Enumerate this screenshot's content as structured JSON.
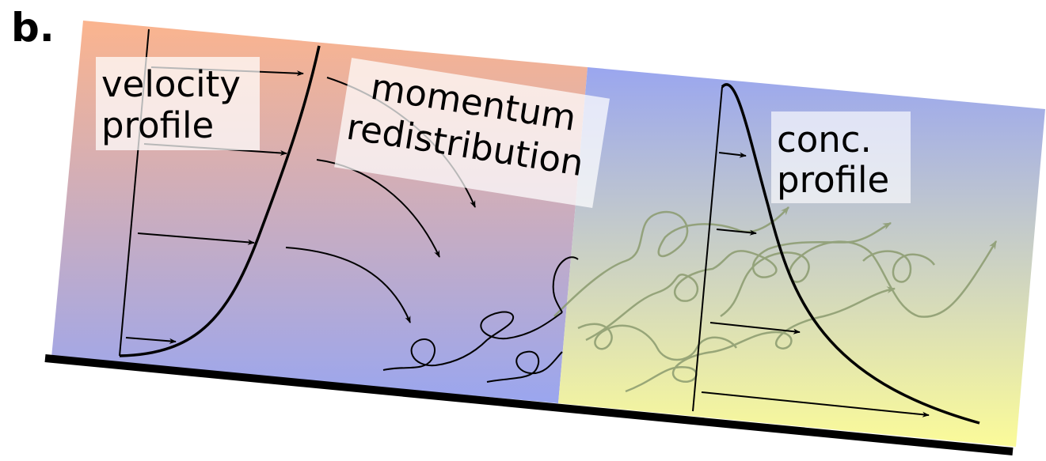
{
  "figure": {
    "panel_label": "b.",
    "labels": {
      "velocity_line1": "velocity",
      "velocity_line2": "profile",
      "momentum_line1": "momentum",
      "momentum_line2": "redistribution",
      "conc_line1": "conc.",
      "conc_line2": "profile"
    },
    "colors": {
      "warm": "#fbb48e",
      "cool_blue": "#9aa6ef",
      "yellow": "#fbfb99",
      "eddy_dark": "#000000",
      "eddy_faded": "#8b9b6f",
      "ground": "#000000"
    }
  }
}
